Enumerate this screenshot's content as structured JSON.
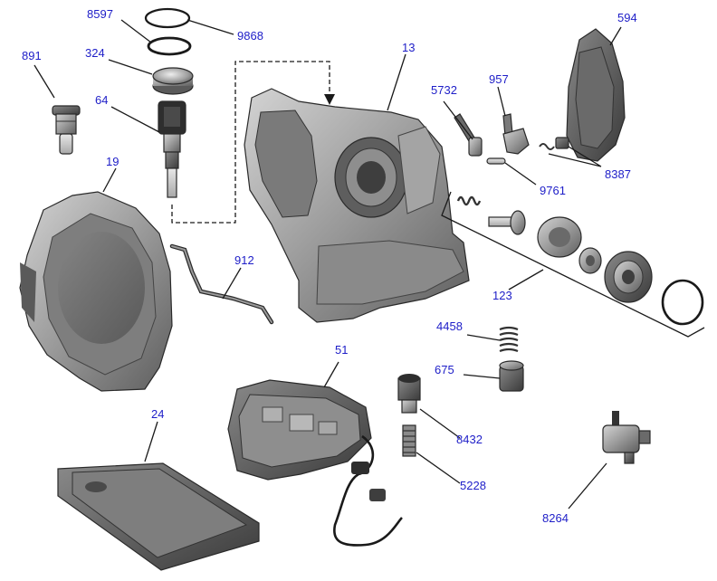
{
  "diagram": {
    "background": "#ffffff",
    "label_color": "#1e1ec8",
    "callouts": [
      {
        "id": "8597",
        "label": "8597"
      },
      {
        "id": "9868",
        "label": "9868"
      },
      {
        "id": "891",
        "label": "891"
      },
      {
        "id": "324",
        "label": "324"
      },
      {
        "id": "64",
        "label": "64"
      },
      {
        "id": "13",
        "label": "13"
      },
      {
        "id": "594",
        "label": "594"
      },
      {
        "id": "5732",
        "label": "5732"
      },
      {
        "id": "957",
        "label": "957"
      },
      {
        "id": "19",
        "label": "19"
      },
      {
        "id": "9761",
        "label": "9761"
      },
      {
        "id": "8387",
        "label": "8387"
      },
      {
        "id": "912",
        "label": "912"
      },
      {
        "id": "123",
        "label": "123"
      },
      {
        "id": "4458",
        "label": "4458"
      },
      {
        "id": "51",
        "label": "51"
      },
      {
        "id": "675",
        "label": "675"
      },
      {
        "id": "24",
        "label": "24"
      },
      {
        "id": "8432",
        "label": "8432"
      },
      {
        "id": "5228",
        "label": "5228"
      },
      {
        "id": "8264",
        "label": "8264"
      }
    ]
  }
}
